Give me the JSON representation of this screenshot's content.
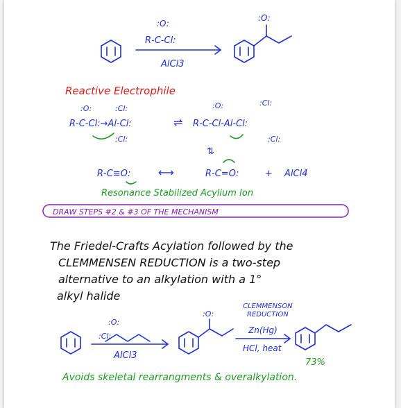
{
  "reaction1": {
    "reagent_o": ":O:",
    "reagent_top": "R-C-Cl:",
    "reagent_bottom": "AlCl3",
    "product_o": ":O:"
  },
  "electrophile_heading": "Reactive Electrophile",
  "mechanism": {
    "left_o": ":O:",
    "left_cl_top": ":Cl:",
    "left_formula": "R-C-Cl:→Al-Cl:",
    "left_cl_bottom": ":Cl:",
    "right_o": ":O:",
    "right_cl_top": ":Cl:",
    "right_formula": "R-C-Cl-Al-Cl:",
    "right_cl_bottom": ":Cl:",
    "equilibrium": "⇌",
    "down_arrow": "⇅",
    "acylium_left": "R-C≡O:",
    "acylium_right": "R-C=O:",
    "resonance_arrow": "⟷",
    "plus": "+",
    "byproduct": "AlCl4",
    "acylium_label": "Resonance Stabilized Acylium Ion"
  },
  "draw_steps_banner": "DRAW STEPS #2 & #3 OF THE MECHANISM",
  "paragraph": {
    "line1": "The Friedel-Crafts Acylation followed by the",
    "line2": "CLEMMENSEN REDUCTION is a two-step",
    "line3": "alternative to an alkylation with a 1°",
    "line4": "alkyl halide"
  },
  "reaction2": {
    "reagent_cl": ":Cl:",
    "reagent_o": ":O:",
    "step1_reagent": "AlCl3",
    "ketone_o": ":O:",
    "clemmensen_label_1": "CLEMMENSON",
    "clemmensen_label_2": "REDUCTION",
    "step2_top": "Zn(Hg)",
    "step2_bottom": "HCl, heat",
    "yield": "73%"
  },
  "footer": "Avoids skeletal rearrangments & overalkylation."
}
